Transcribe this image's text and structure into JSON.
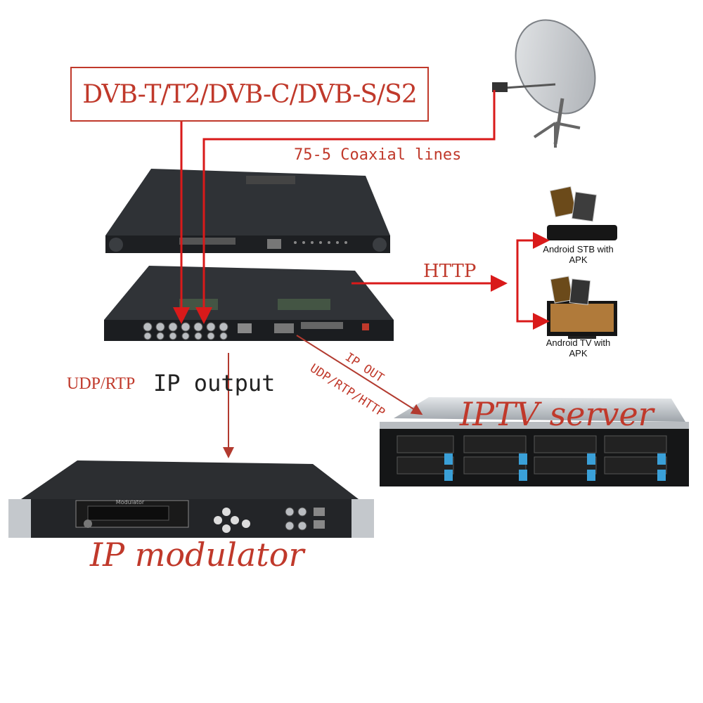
{
  "title": "DVB-T/T2/DVB-C/DVB-S/S2",
  "labels": {
    "coax": "75-5 Coaxial lines",
    "http": "HTTP",
    "udp_rtp": "UDP/RTP",
    "ip_output": "IP output",
    "ip_out": "IP OUT",
    "udp_rtp_http": "UDP/RTP/HTTP",
    "iptv_server": "IPTV server",
    "ip_modulator": "IP modulator"
  },
  "devices": {
    "stb_caption_line1": "Android STB with",
    "stb_caption_line2": "APK",
    "tv_caption_line1": "Android TV with",
    "tv_caption_line2": "APK",
    "modulator_screen": "Modulator"
  },
  "colors": {
    "accent_red": "#c0392b",
    "arrow_red": "#d91a1a",
    "chassis": "#2b2d30",
    "server_silver": "#c8ccd0",
    "drive_blue": "#3aa0d8"
  }
}
